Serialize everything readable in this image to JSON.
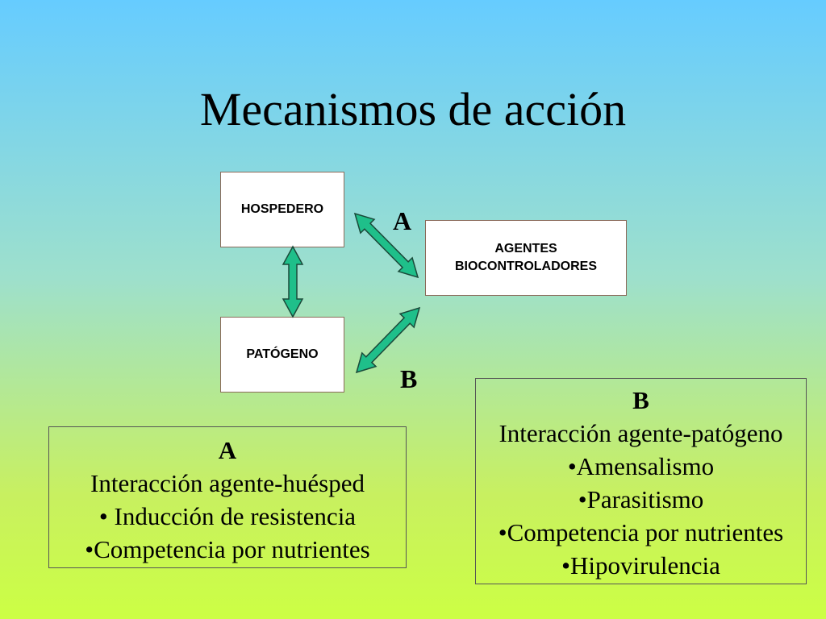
{
  "title": "Mecanismos de acción",
  "nodes": {
    "hospedero": "HOSPEDERO",
    "patogeno": "PATÓGENO",
    "agentes_line1": "AGENTES",
    "agentes_line2": "BIOCONTROLADORES"
  },
  "labels": {
    "a": "A",
    "b": "B"
  },
  "box_a": {
    "heading": "A",
    "lines": [
      "Interacción agente-huésped",
      "• Inducción de resistencia",
      "•Competencia por nutrientes"
    ]
  },
  "box_b": {
    "heading": "B",
    "lines": [
      "Interacción agente-patógeno",
      "•Amensalismo",
      "•Parasitismo",
      "•Competencia por nutrientes",
      "•Hipovirulencia"
    ]
  },
  "colors": {
    "arrow_fill": "#1fbf8a",
    "arrow_stroke": "#1a4a3a"
  }
}
